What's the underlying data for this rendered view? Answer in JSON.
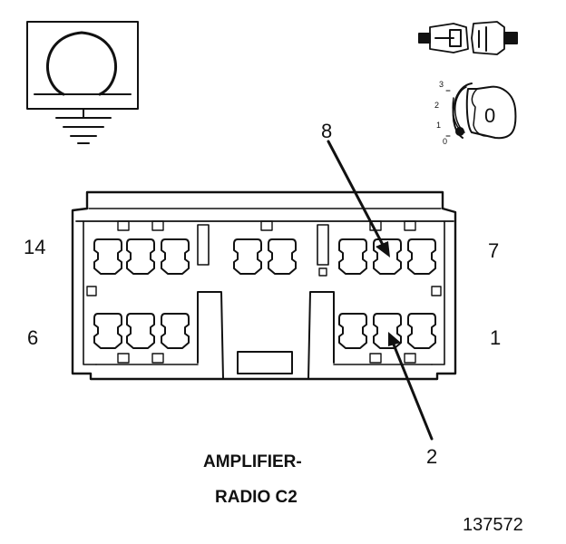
{
  "diagram": {
    "pin_labels": {
      "top_left": "14",
      "top_right": "7",
      "bottom_left": "6",
      "bottom_right": "1",
      "callout_top": "8",
      "callout_bottom": "2"
    },
    "caption": {
      "line1": "AMPLIFIER-",
      "line2": "RADIO C2"
    },
    "figure_number": "137572",
    "ignition_switch": {
      "positions": [
        "3",
        "2",
        "1",
        "0"
      ],
      "key_label": "0"
    },
    "symbols": [
      "ohmmeter-ground-icon",
      "connector-disconnected-icon",
      "ignition-key-icon"
    ],
    "line_color": "#111111",
    "background": "#ffffff"
  }
}
